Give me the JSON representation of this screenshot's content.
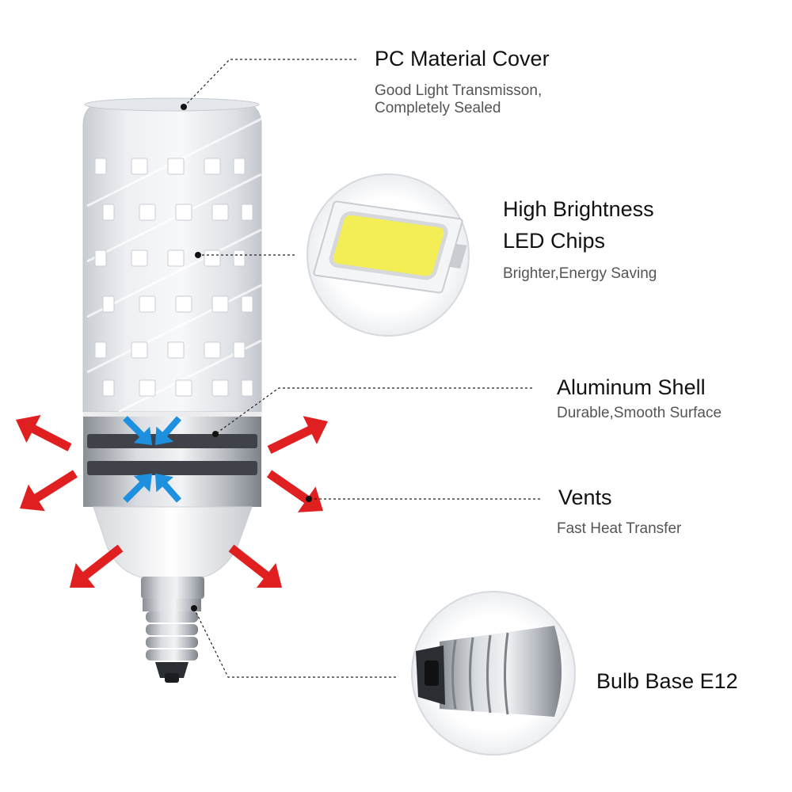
{
  "colors": {
    "heat_arrow": "#e02020",
    "air_arrow": "#1e90e0",
    "led_chip": "#ffffff",
    "chip_emitter": "#f3ee55",
    "metal": "#b8bcc2"
  },
  "features": [
    {
      "title": "PC Material Cover",
      "desc": [
        "Good Light Transmisson,",
        "Completely Sealed"
      ]
    },
    {
      "title": [
        "High Brightness",
        "LED Chips"
      ],
      "desc": "Brighter,Energy Saving"
    },
    {
      "title": "Aluminum Shell",
      "desc": "Durable,Smooth Surface"
    },
    {
      "title": "Vents",
      "desc": "Fast Heat Transfer"
    },
    {
      "title": "Bulb Base E12"
    }
  ]
}
